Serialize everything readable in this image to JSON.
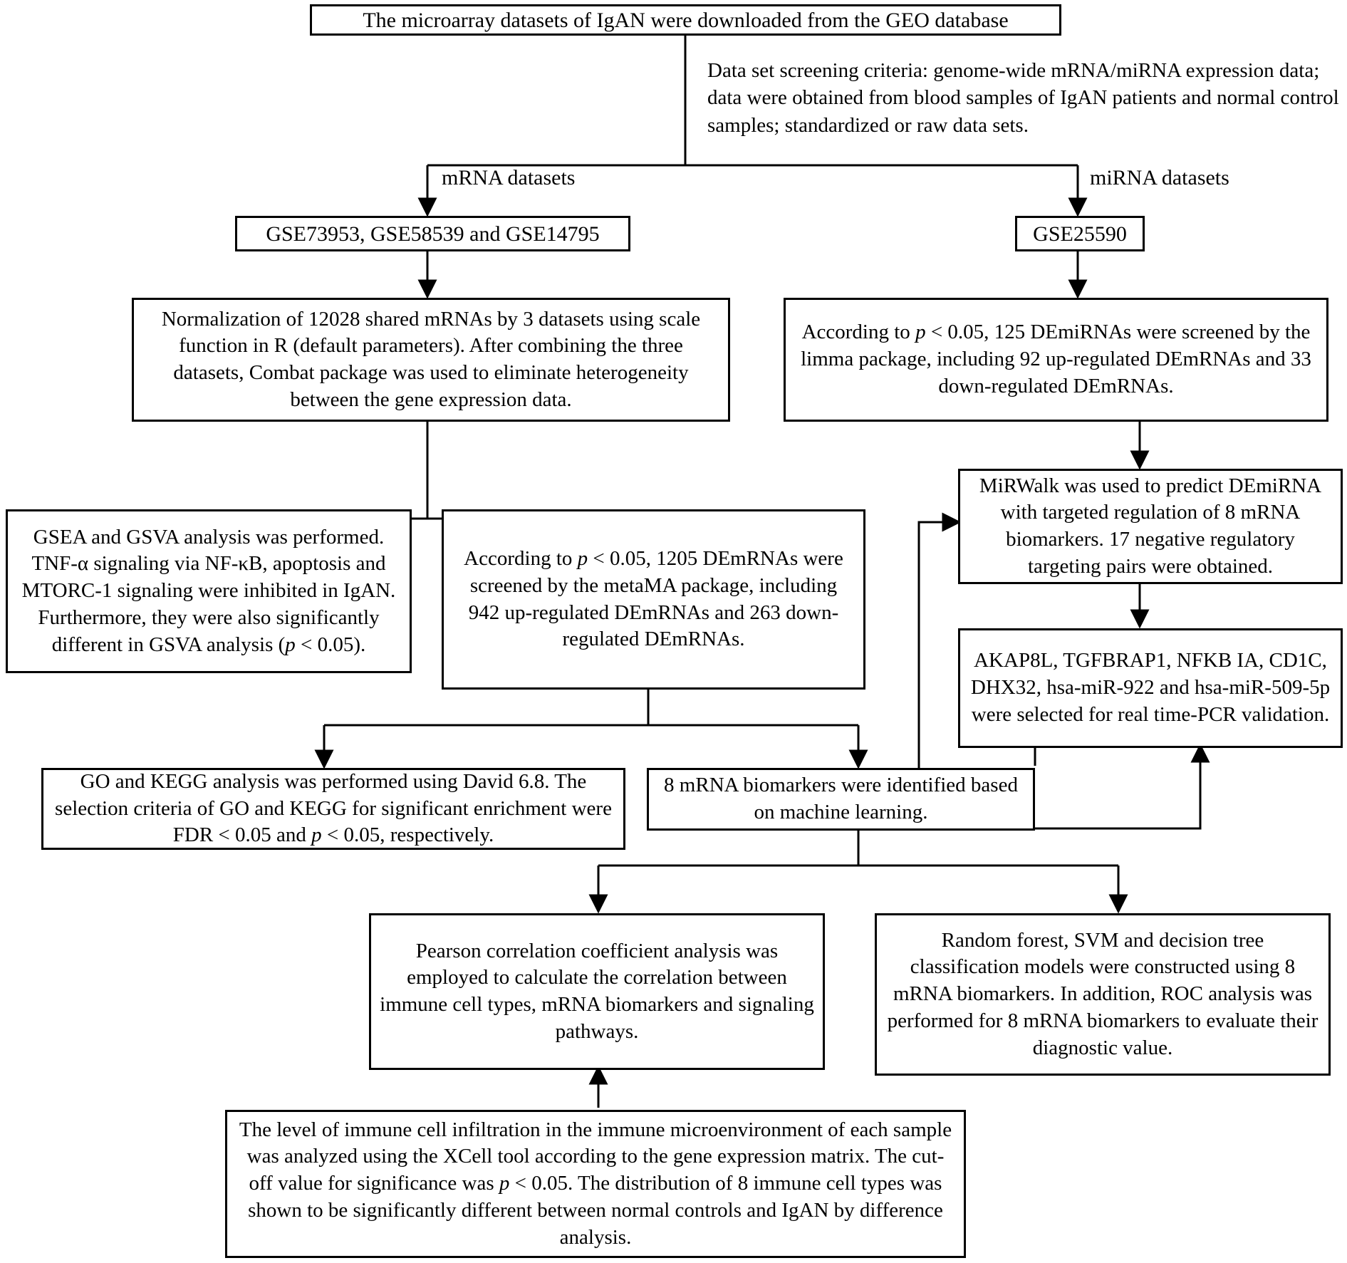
{
  "diagram": {
    "title_box": "The microarray datasets of IgAN were downloaded from the GEO database",
    "screening_note": "Data set screening criteria: genome-wide mRNA/miRNA expression data; data were obtained from blood samples of IgAN patients and normal control samples; standardized or raw data sets.",
    "edge_labels": {
      "mrna": "mRNA datasets",
      "mirna": "miRNA datasets"
    },
    "nodes": {
      "mrna_datasets": "GSE73953, GSE58539 and GSE14795",
      "mirna_dataset": "GSE25590",
      "normalization": "Normalization of 12028 shared mRNAs by 3 datasets using scale function in R (default parameters). After combining the three datasets, Combat package was used to eliminate heterogeneity between the gene expression data.",
      "demirna_screening": "According to p < 0.05, 125 DEmiRNAs were screened by the limma package, including 92 up-regulated DEmRNAs and 33 down-regulated DEmRNAs.",
      "gsea_gsva": "GSEA and GSVA analysis was performed. TNF-α signaling via NF-κB, apoptosis and MTORC-1 signaling were inhibited in IgAN. Furthermore, they were also significantly different in GSVA analysis (p < 0.05).",
      "demrna_screening": "According to p < 0.05, 1205 DEmRNAs were screened by the metaMA package, including 942 up-regulated DEmRNAs and 263 down-regulated DEmRNAs.",
      "mirwalk": "MiRWalk was used to predict DEmiRNA with targeted regulation of 8 mRNA biomarkers. 17 negative regulatory targeting pairs were obtained.",
      "pcr_validation": "AKAP8L, TGFBRAP1, NFKB IA, CD1C, DHX32, hsa-miR-922 and hsa-miR-509-5p were selected for real time-PCR validation.",
      "go_kegg": "GO and KEGG analysis was performed using David 6.8. The selection criteria of GO and KEGG for significant enrichment were FDR < 0.05 and p < 0.05, respectively.",
      "biomarkers": "8 mRNA biomarkers were identified based on machine learning.",
      "pearson": "Pearson correlation coefficient analysis was employed to calculate the correlation between immune cell types, mRNA biomarkers and signaling pathways.",
      "models": "Random forest, SVM and decision tree classification models were constructed using 8 mRNA biomarkers. In addition, ROC analysis was performed for 8 mRNA biomarkers to evaluate their diagnostic value.",
      "immune_infiltration": "The level of immune cell infiltration in the immune microenvironment of each sample was analyzed using the XCell tool according to the gene expression matrix. The cut-off value for significance was p < 0.05. The distribution of 8 immune cell types was shown to be significantly different between normal controls and IgAN by difference analysis."
    },
    "colors": {
      "stroke": "#000000",
      "fill": "#ffffff",
      "text": "#000000"
    }
  }
}
